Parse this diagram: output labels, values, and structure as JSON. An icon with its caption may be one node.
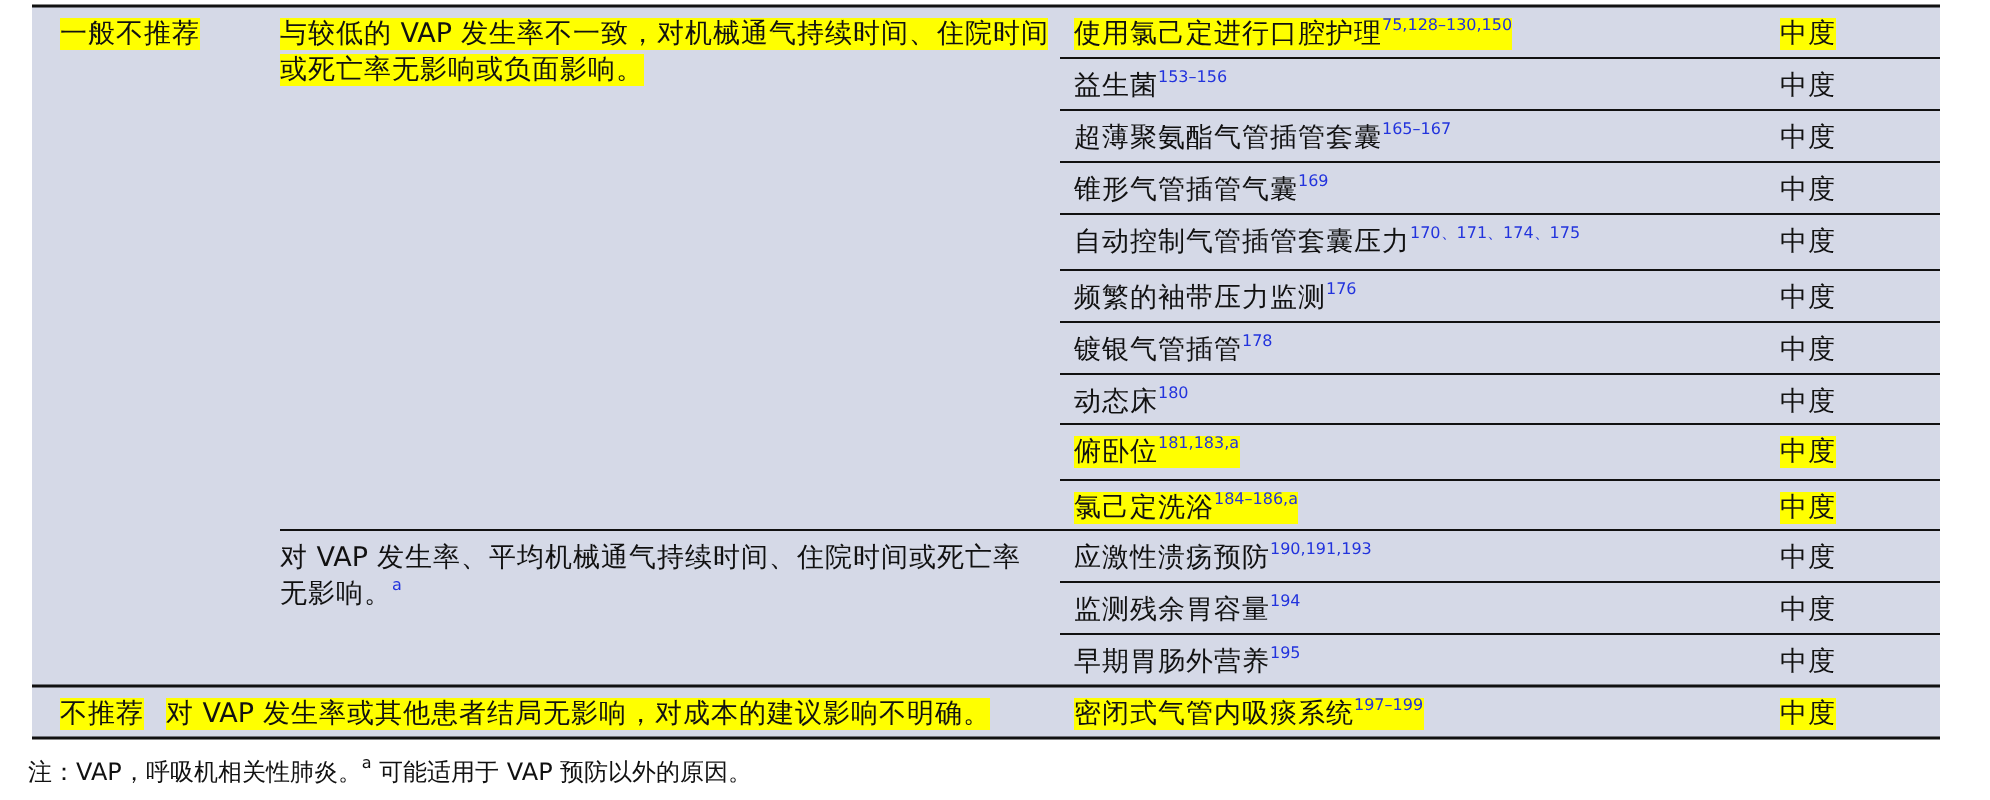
{
  "diagram": {
    "labels": [
      "一般不推荐",
      "与较低的 VAP 发生率不一致，对机械通气持续时间、住院时间或死亡率无影响或负面影响。",
      "使用氯己定进行口腔护理$^{75,128–130,150}$",
      "中度",
      "益生菌$^{153–156}$",
      "中度",
      "超薄聚氨酯气管插管套囊$^{165–167}$",
      "中度",
      "锥形气管插管气囊$^{169}$",
      "中度",
      "自动控制气管插管套囊压力$^{170、171、174、175}$",
      "中度",
      "频繁的袖带压力监测$^{176}$",
      "中度",
      "镀银气管插管$^{178}$",
      "中度",
      "动态床$^{180}$",
      "中度",
      "俯卧位$^{181,183,a}$",
      "中度",
      "氯己定洗浴$^{184–186,a}$",
      "中度",
      "对 VAP 发生率、平均机械通气持续时间、住院时间或死亡率无影响。$^{a}$",
      "应激性溃疡预防$^{190,191,193}$",
      "中度",
      "监测残余胃容量$^{194}$",
      "中度",
      "早期胃肠外营养$^{195}$",
      "中度",
      "不推荐",
      "对 VAP 发生率或其他患者结局无影响，对成本的建议影响不明确。",
      "密闭式气管内吸痰系统$^{197–199}$",
      "中度",
      "注：VAP，呼吸机相关性肺炎。$^{a}$ 可能适用于 VAP 预防以外的原因。"
    ]
  }
}
